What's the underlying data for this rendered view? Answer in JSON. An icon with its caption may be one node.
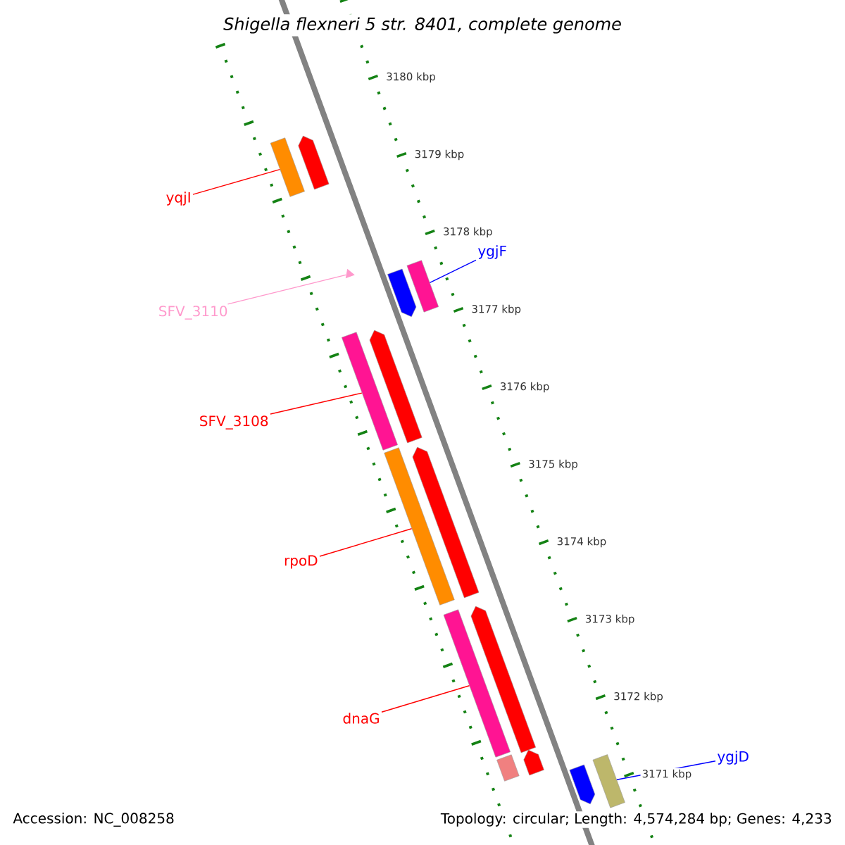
{
  "diagram": {
    "title": "Shigella flexneri 5 str. 8401, complete genome",
    "nodes": [
      {
        "text": [
          "yqjI"
        ]
      },
      {
        "text": [],
        "shape": "bar"
      },
      {
        "text": [
          "ygjF"
        ]
      },
      {
        "text": [],
        "shape": "bar"
      },
      {
        "text": [
          "SFV_3110"
        ]
      },
      {
        "text": [],
        "shape": "triangle"
      },
      {
        "text": [
          "SFV_3108"
        ]
      },
      {
        "text": [],
        "shape": "bar"
      },
      {
        "text": [
          "rpoD"
        ]
      },
      {
        "text": [],
        "shape": "bar"
      },
      {
        "text": [
          "dnaG"
        ]
      },
      {
        "text": [],
        "shape": "bar"
      },
      {
        "text": [
          "ygjD"
        ]
      },
      {
        "text": [],
        "shape": "bar"
      }
    ],
    "edges": [
      {
        "from": 0,
        "to": 1,
        "arrow": "none"
      },
      {
        "from": 2,
        "to": 3,
        "arrow": "none",
        "color": "#0000ff"
      },
      {
        "from": 4,
        "to": 5,
        "arrow": "none",
        "color": "#ff99cc"
      },
      {
        "from": 6,
        "to": 7,
        "arrow": "none"
      },
      {
        "from": 8,
        "to": 9,
        "arrow": "none"
      },
      {
        "from": 10,
        "to": 11,
        "arrow": "none"
      },
      {
        "from": 12,
        "to": 13,
        "arrow": "none",
        "color": "#0000ff"
      }
    ],
    "labels": [
      "3180 kbp",
      "3179 kbp",
      "3178 kbp",
      "3177 kbp",
      "3176 kbp",
      "3175 kbp",
      "3174 kbp",
      "3173 kbp",
      "3172 kbp",
      "3171 kbp",
      "Accession: NC_008258",
      "Topology: circular; Length: 4,574,284 bp; Genes: 4,233"
    ]
  }
}
